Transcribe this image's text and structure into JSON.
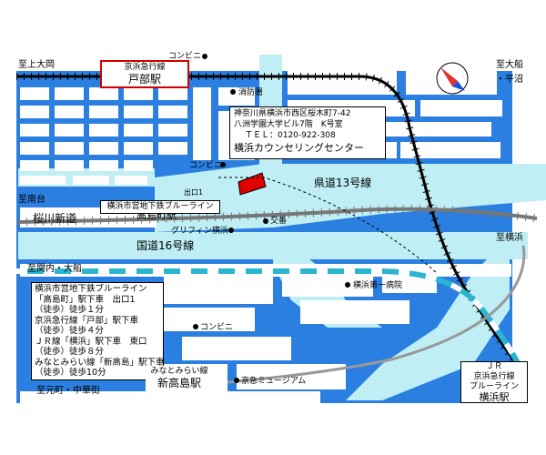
{
  "map": {
    "labels": {
      "to_kamiooka": "至上大岡",
      "to_ohashi_hiranuma": [
        "至大船",
        "・平沼"
      ],
      "to_minami": "至南台",
      "to_yokohama": "至横浜",
      "to_sekinai_ofuna": "至関内・大船",
      "to_motomachi_chukagai": "至元町・中華街",
      "tobe_station_line": "京浜急行線",
      "tobe_station": "戸部駅",
      "route13": "県道13号線",
      "route16": "国道16号線",
      "sakuragawa": "桜川新道",
      "subway_line": "横浜市営地下鉄ブルーライン",
      "takashimacho": "高島町駅",
      "minatomirai_line": "みなとみらい線",
      "shintakashima": "新高島駅",
      "jr_box": [
        "ＪＲ",
        "京浜急行線",
        "ブルーライン"
      ],
      "yokohama_station": "横浜駅"
    },
    "landmarks": {
      "convenience1": "コンビニ",
      "fire_station": "消防署",
      "convenience2": "コンビニ",
      "exit1": "出口1",
      "koban": "交番",
      "griffin": "グリフィン横浜",
      "yokohama_daiichi_hospital": "横浜第一病院",
      "convenience3": "コンビニ",
      "keikyu_museum": "京急ミュージアム"
    },
    "office": {
      "address": "神奈川県横浜市西区桜木町7-42",
      "building": "八洲学園大学ビル7階　K号室",
      "tel": "ＴＥＬ：0120-922-308",
      "name": "横浜カウンセリングセンター"
    },
    "access": [
      "横浜市営地下鉄ブルーライン",
      "「高島町」駅下車　出口1",
      "（徒歩）徒歩１分",
      "京浜急行線「戸部」駅下車",
      "（徒歩）徒歩４分",
      "ＪＲ線「横浜」駅下車　東口",
      "（徒歩）徒歩８分",
      "みなとみらい線「新高島」駅下車",
      "（徒歩）徒歩10分"
    ],
    "colors": {
      "road": "#2a7fe0",
      "block_fill": "#ffffff",
      "canal": "#bfeef4",
      "office": "#e00000",
      "compass_north": "#e03030",
      "compass_south": "#1a4fd8"
    }
  }
}
